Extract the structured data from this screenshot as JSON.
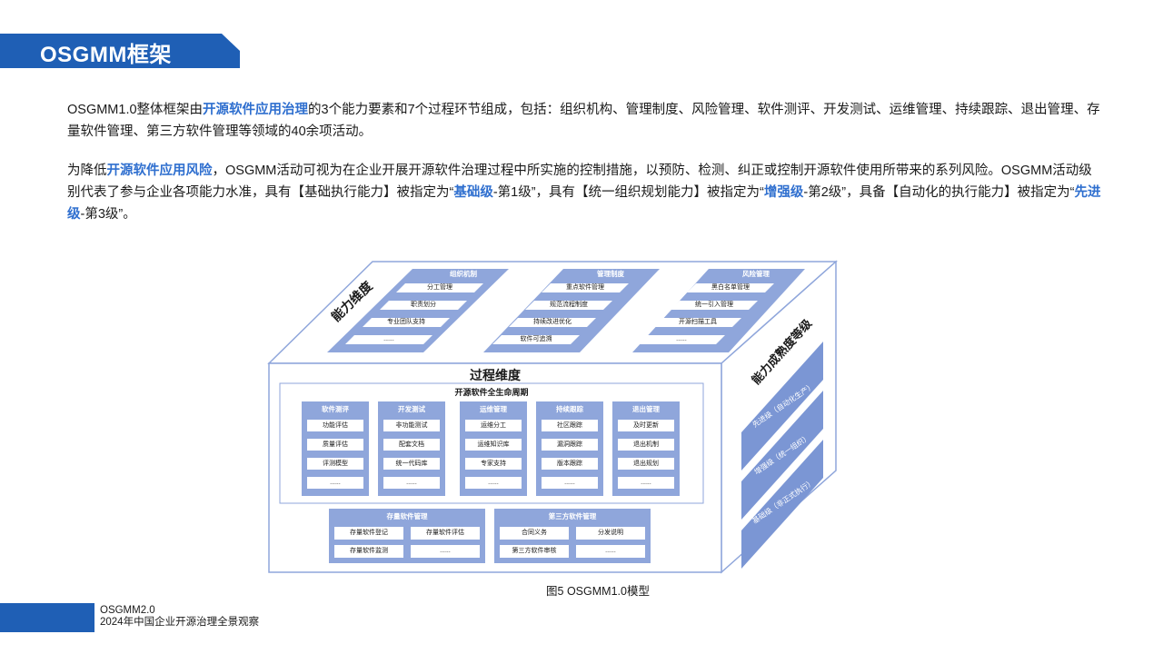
{
  "header": {
    "title": "OSGMM框架"
  },
  "paragraph1": {
    "pre": "OSGMM1.0整体框架由",
    "hl": "开源软件应用治理",
    "post": "的3个能力要素和7个过程环节组成，包括：组织机构、管理制度、风险管理、软件测评、开发测试、运维管理、持续跟踪、退出管理、存量软件管理、第三方软件管理等领域的40余项活动。"
  },
  "paragraph2": {
    "a": "为降低",
    "hl1": "开源软件应用风险",
    "b": "，OSGMM活动可视为在企业开展开源软件治理过程中所实施的控制措施，以预防、检测、纠正或控制开源软件使用所带来的系列风险。OSGMM活动级别代表了参与企业各项能力水准，具有【基础执行能力】被指定为“",
    "hl2": "基础级",
    "c": "-第1级”，具有【统一组织规划能力】被指定为“",
    "hl3": "增强级",
    "d": "-第2级”，具备【自动化的执行能力】被指定为“",
    "hl4": "先进级",
    "e": "-第3级”。"
  },
  "diagram": {
    "capability_dimension": "能力维度",
    "process_dimension": "过程维度",
    "maturity_label": "能力成熟度等级",
    "lifecycle_title": "开源软件全生命周期",
    "top_groups": [
      {
        "title": "组织机制",
        "items": [
          "分工管理",
          "职责划分",
          "专业团队支持",
          "......"
        ]
      },
      {
        "title": "管理制度",
        "items": [
          "重点软件管理",
          "规范流程制度",
          "持续改进优化",
          "软件可追溯"
        ]
      },
      {
        "title": "风险管理",
        "items": [
          "黑白名单管理",
          "统一引入管理",
          "开源扫描工具",
          "......"
        ]
      }
    ],
    "process_columns": [
      {
        "title": "软件测评",
        "items": [
          "功能评估",
          "质量评估",
          "评测模型",
          "......"
        ]
      },
      {
        "title": "开发测试",
        "items": [
          "非功能测试",
          "配套文档",
          "统一代码库",
          "......"
        ]
      },
      {
        "title": "运维管理",
        "items": [
          "运维分工",
          "运维知识库",
          "专家支持",
          "......"
        ]
      },
      {
        "title": "持续跟踪",
        "items": [
          "社区跟踪",
          "漏洞跟踪",
          "版本跟踪",
          "......"
        ]
      },
      {
        "title": "退出管理",
        "items": [
          "及时更新",
          "退出机制",
          "退出规划",
          "......"
        ]
      }
    ],
    "bottom_groups": [
      {
        "title": "存量软件管理",
        "items": [
          "存量软件登记",
          "存量软件评估",
          "存量软件监测",
          "......"
        ]
      },
      {
        "title": "第三方软件管理",
        "items": [
          "合同义务",
          "分发说明",
          "第三方软件审核",
          "......"
        ]
      }
    ],
    "levels": [
      "先进级（自动化生产）",
      "增强级（统一组织）",
      "基础级（非正式执行）"
    ]
  },
  "caption": "图5 OSGMM1.0模型",
  "footer": {
    "line1": "OSGMM2.0",
    "line2": "2024年中国企业开源治理全景观察"
  },
  "colors": {
    "accent": "#1f5fb5",
    "highlight": "#2f6fcf",
    "panel": "#8fa6db",
    "box_fill": "#7b96d4"
  }
}
